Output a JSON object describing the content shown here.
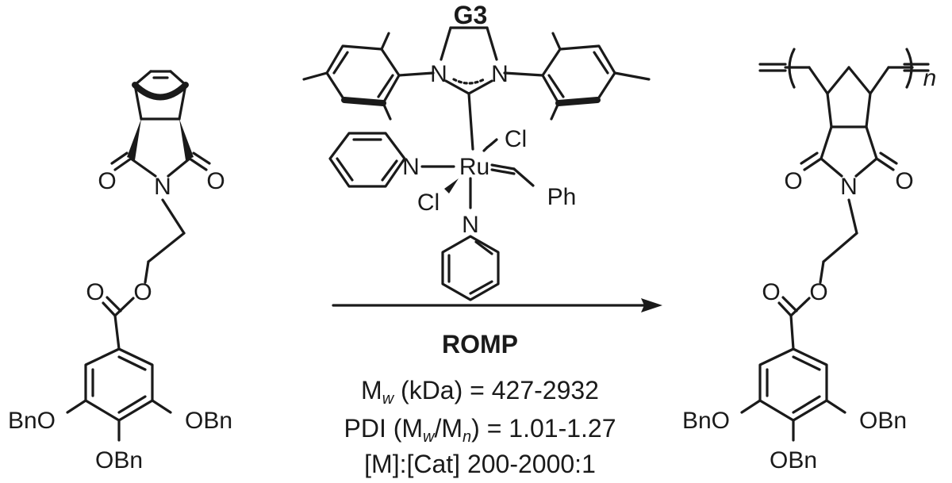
{
  "catalyst": {
    "name": "G3",
    "atoms": {
      "n_left": "N",
      "n_right": "N",
      "metal": "Ru",
      "cl_top": "Cl",
      "cl_bottom": "Cl",
      "pyridine_n_left": "N",
      "pyridine_n_bottom": "N",
      "phenyl": "Ph"
    }
  },
  "monomer": {
    "o_left": "O",
    "o_right": "O",
    "n_imide": "N",
    "o_ester": "O",
    "o_carbonyl": "O",
    "obn_left": "BnO",
    "obn_right": "OBn",
    "obn_bottom": "OBn"
  },
  "polymer": {
    "repeat_index": "n",
    "o_left": "O",
    "o_right": "O",
    "n_imide": "N",
    "o_ester": "O",
    "o_carbonyl": "O",
    "obn_left": "BnO",
    "obn_right": "OBn",
    "obn_bottom": "OBn"
  },
  "conditions": {
    "method": "ROMP",
    "mw": {
      "symbol": "M",
      "subscript": "w",
      "label": " (kDa) = 427-2932"
    },
    "pdi": {
      "prefix": "PDI (M",
      "sub1": "w",
      "mid": "/M",
      "sub2": "n",
      "suffix": ") = 1.01-1.27"
    },
    "ratio": "[M]:[Cat] 200-2000:1"
  }
}
